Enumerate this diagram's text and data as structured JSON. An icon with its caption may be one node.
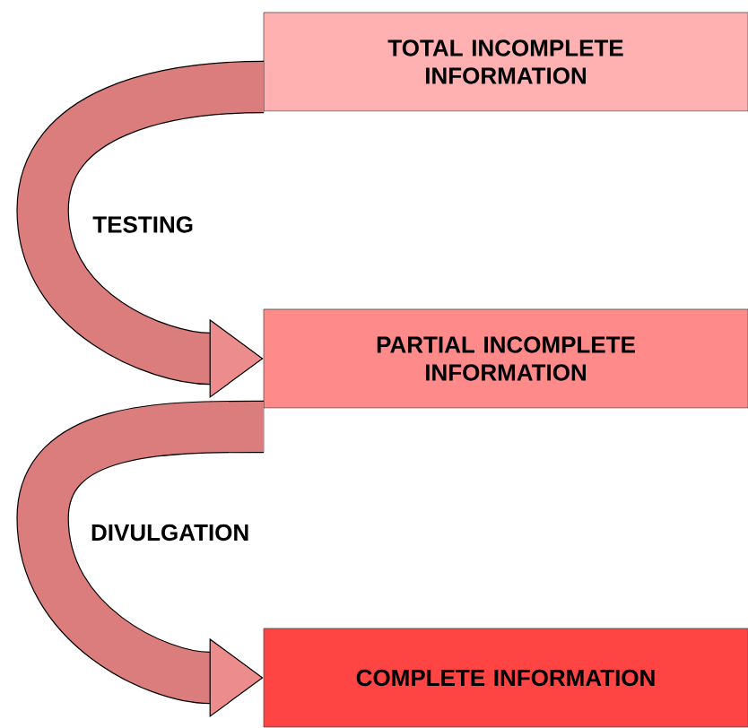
{
  "diagram": {
    "nodes": [
      {
        "text": [
          "TOTAL INCOMPLETE INFORMATION"
        ]
      },
      {
        "text": [
          "PARTIAL INCOMPLETE INFORMATION"
        ]
      },
      {
        "text": [
          "COMPLETE INFORMATION"
        ]
      }
    ],
    "edges": [
      {
        "from": 0,
        "to": 1,
        "arrow": "to",
        "label": "TESTING"
      },
      {
        "from": 1,
        "to": 2,
        "arrow": "to",
        "label": "DIVULGATION"
      }
    ]
  }
}
